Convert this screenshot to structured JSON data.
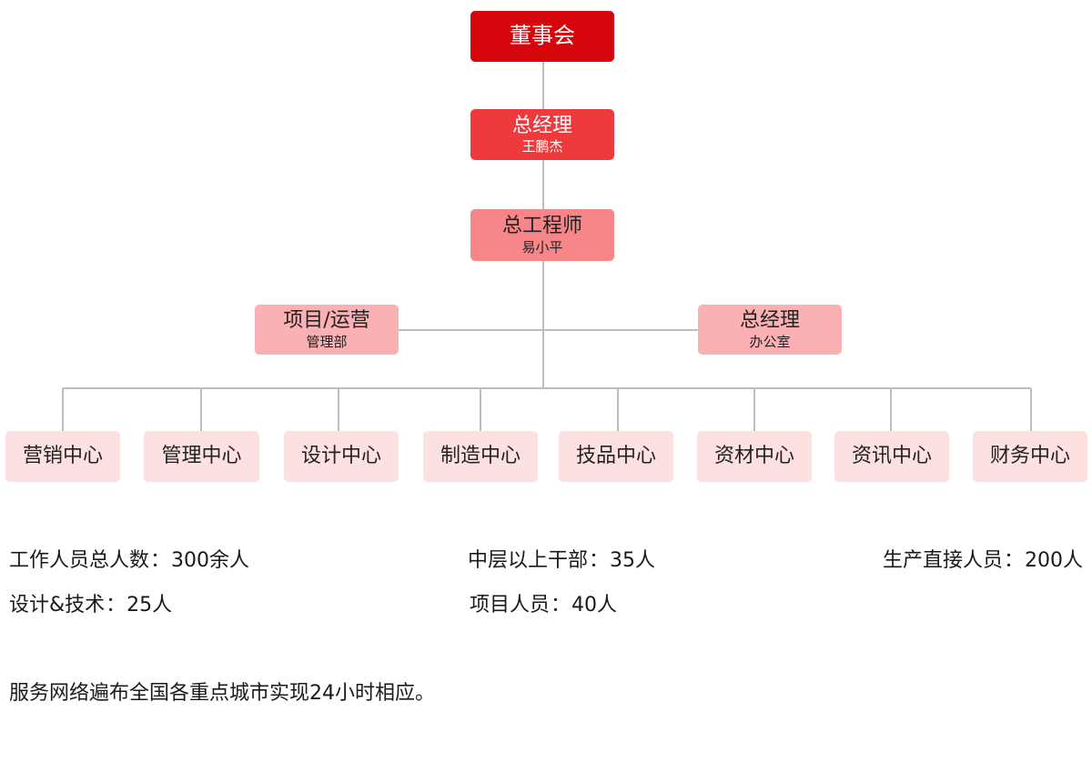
{
  "org": {
    "board": {
      "title": "董事会"
    },
    "general_manager": {
      "title": "总经理",
      "name": "王鹏杰"
    },
    "chief_engineer": {
      "title": "总工程师",
      "name": "易小平"
    },
    "departments": [
      {
        "title": "项目/运营",
        "sub": "管理部"
      },
      {
        "title": "总经理",
        "sub": "办公室"
      }
    ],
    "centers": [
      "营销中心",
      "管理中心",
      "设计中心",
      "制造中心",
      "技品中心",
      "资材中心",
      "资讯中心",
      "财务中心"
    ]
  },
  "stats": [
    {
      "label": "工作人员总人数",
      "value": "300余人"
    },
    {
      "label": "中层以上干部",
      "value": "35人"
    },
    {
      "label": "生产直接人员",
      "value": "200人"
    },
    {
      "label": "设计&技术",
      "value": "25人"
    },
    {
      "label": "项目人员",
      "value": "40人"
    }
  ],
  "colon": "：",
  "service_note": "服务网络遍布全国各重点城市实现24小时相应。",
  "colors": {
    "board": "#d5070d",
    "general_manager": "#ee3a3c",
    "chief_engineer": "#f7868a",
    "department": "#fbb1b4",
    "center": "#fde0e0",
    "connector": "#bdbdbd"
  }
}
